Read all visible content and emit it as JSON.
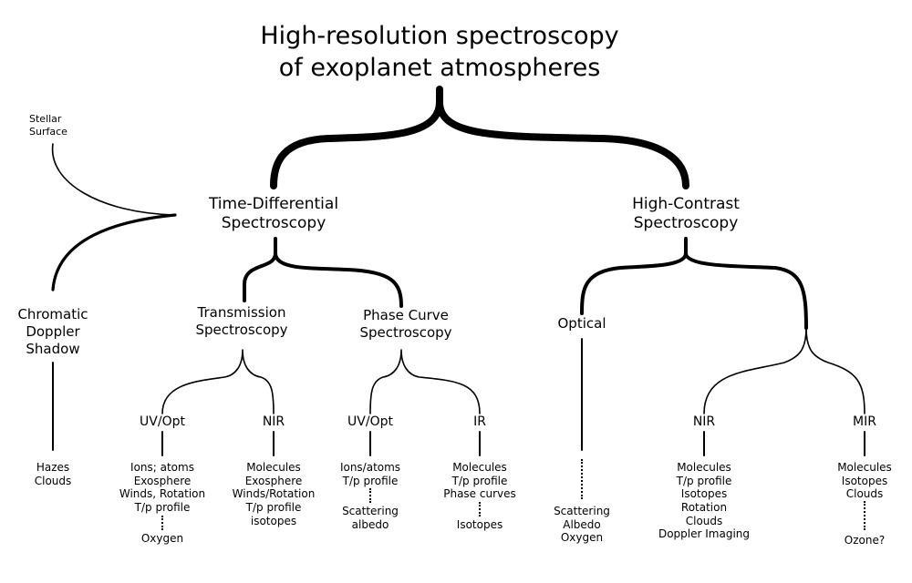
{
  "title": {
    "line1": "High-resolution spectroscopy",
    "line2": "of exoplanet atmospheres"
  },
  "stellar_surface": {
    "line1": "Stellar",
    "line2": "Surface"
  },
  "time_differential": {
    "line1": "Time-Differential",
    "line2": "Spectroscopy"
  },
  "high_contrast": {
    "line1": "High-Contrast",
    "line2": "Spectroscopy"
  },
  "chromatic": {
    "line1": "Chromatic",
    "line2": "Doppler",
    "line3": "Shadow",
    "leaves": [
      "Hazes",
      "Clouds"
    ]
  },
  "transmission": {
    "line1": "Transmission",
    "line2": "Spectroscopy",
    "uvopt": {
      "label": "UV/Opt",
      "leaves": [
        "Ions; atoms",
        "Exosphere",
        "Winds, Rotation",
        "T/p profile"
      ],
      "after_dots": [
        "Oxygen"
      ]
    },
    "nir": {
      "label": "NIR",
      "leaves": [
        "Molecules",
        "Exosphere",
        "Winds/Rotation",
        "T/p profile",
        "isotopes"
      ]
    }
  },
  "phase_curve": {
    "line1": "Phase Curve",
    "line2": "Spectroscopy",
    "uvopt": {
      "label": "UV/Opt",
      "leaves": [
        "Ions/atoms",
        "T/p profile"
      ],
      "after_dots": [
        "Scattering",
        "albedo"
      ]
    },
    "ir": {
      "label": "IR",
      "leaves": [
        "Molecules",
        "T/p profile",
        "Phase curves"
      ],
      "after_dots": [
        "Isotopes"
      ]
    }
  },
  "optical": {
    "label": "Optical",
    "after_dots": [
      "Scattering",
      "Albedo",
      "Oxygen"
    ]
  },
  "hc_nir": {
    "label": "NIR",
    "leaves": [
      "Molecules",
      "T/p profile",
      "Isotopes",
      "Rotation",
      "Clouds",
      "Doppler Imaging"
    ]
  },
  "hc_mir": {
    "label": "MIR",
    "leaves": [
      "Molecules",
      "Isotopes",
      "Clouds"
    ],
    "after_dots": [
      "Ozone?"
    ]
  }
}
